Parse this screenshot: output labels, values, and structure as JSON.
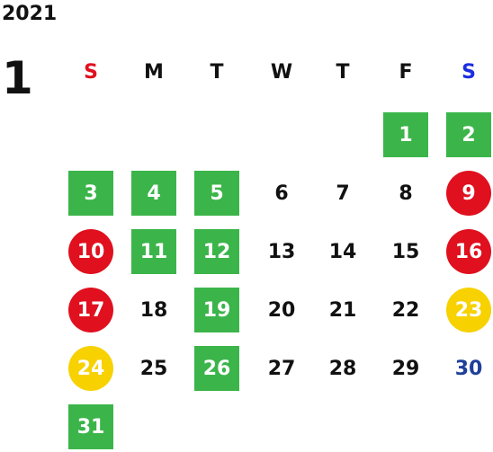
{
  "year": "2021",
  "month": "1",
  "weekdays": [
    {
      "label": "S",
      "color": "#e0101e"
    },
    {
      "label": "M",
      "color": "#111111"
    },
    {
      "label": "T",
      "color": "#111111"
    },
    {
      "label": "W",
      "color": "#111111"
    },
    {
      "label": "T",
      "color": "#111111"
    },
    {
      "label": "F",
      "color": "#111111"
    },
    {
      "label": "S",
      "color": "#1a2ee0"
    }
  ],
  "days": [
    {
      "d": "1",
      "style": "green"
    },
    {
      "d": "2",
      "style": "green"
    },
    {
      "d": "3",
      "style": "green"
    },
    {
      "d": "4",
      "style": "green"
    },
    {
      "d": "5",
      "style": "green"
    },
    {
      "d": "6",
      "style": "plain"
    },
    {
      "d": "7",
      "style": "plain"
    },
    {
      "d": "8",
      "style": "plain"
    },
    {
      "d": "9",
      "style": "red"
    },
    {
      "d": "10",
      "style": "red"
    },
    {
      "d": "11",
      "style": "green"
    },
    {
      "d": "12",
      "style": "green"
    },
    {
      "d": "13",
      "style": "plain"
    },
    {
      "d": "14",
      "style": "plain"
    },
    {
      "d": "15",
      "style": "plain"
    },
    {
      "d": "16",
      "style": "red"
    },
    {
      "d": "17",
      "style": "red"
    },
    {
      "d": "18",
      "style": "plain"
    },
    {
      "d": "19",
      "style": "green"
    },
    {
      "d": "20",
      "style": "plain"
    },
    {
      "d": "21",
      "style": "plain"
    },
    {
      "d": "22",
      "style": "plain"
    },
    {
      "d": "23",
      "style": "yellow"
    },
    {
      "d": "24",
      "style": "yellow"
    },
    {
      "d": "25",
      "style": "plain"
    },
    {
      "d": "26",
      "style": "green"
    },
    {
      "d": "27",
      "style": "plain"
    },
    {
      "d": "28",
      "style": "plain"
    },
    {
      "d": "29",
      "style": "plain"
    },
    {
      "d": "30",
      "style": "blue-text"
    },
    {
      "d": "31",
      "style": "green"
    }
  ],
  "colors": {
    "green": "#3bb54a",
    "red": "#e0101e",
    "yellow": "#f7d100",
    "blue_text": "#1e3f9a"
  }
}
